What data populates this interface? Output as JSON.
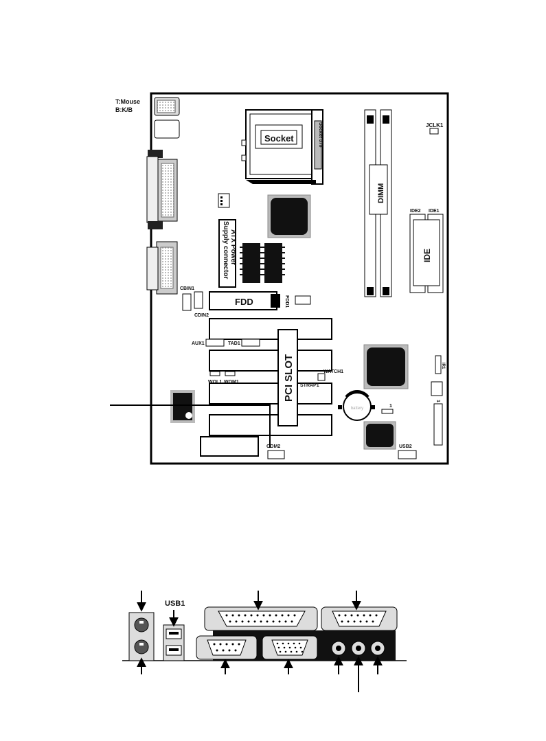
{
  "board": {
    "mouse_label": "T:Mouse",
    "kb_label": "B:K/B",
    "socket_label": "Socket",
    "socket_side_label": "Socket 370",
    "jclk_label": "JCLK1",
    "dimm_label": "DIMM",
    "ide2_label": "IDE2",
    "ide1_label": "IDE1",
    "ide_label": "IDE",
    "atx_line1": "ATX Power",
    "atx_line2": "Supply connector",
    "cbin1_label": "CBIN1",
    "cdin2_label": "CDIN2",
    "fdd_label": "FDD",
    "fdd1_label": "FDD1",
    "aux1_label": "AUX1",
    "tad1_label": "TAD1",
    "pci_label": "PCI SLOT",
    "watch1_label": "WATCH1",
    "strap1_label": "STRAP1",
    "wol1_label": "WOL1",
    "wom1_label": "WOM1",
    "jp1_label": "1",
    "com2_label": "COM2",
    "usb2_label": "USB2",
    "ir_label": "IR1",
    "battery_label": "battery",
    "pin_label": "1"
  },
  "io_panel": {
    "usb1_label": "USB1"
  }
}
